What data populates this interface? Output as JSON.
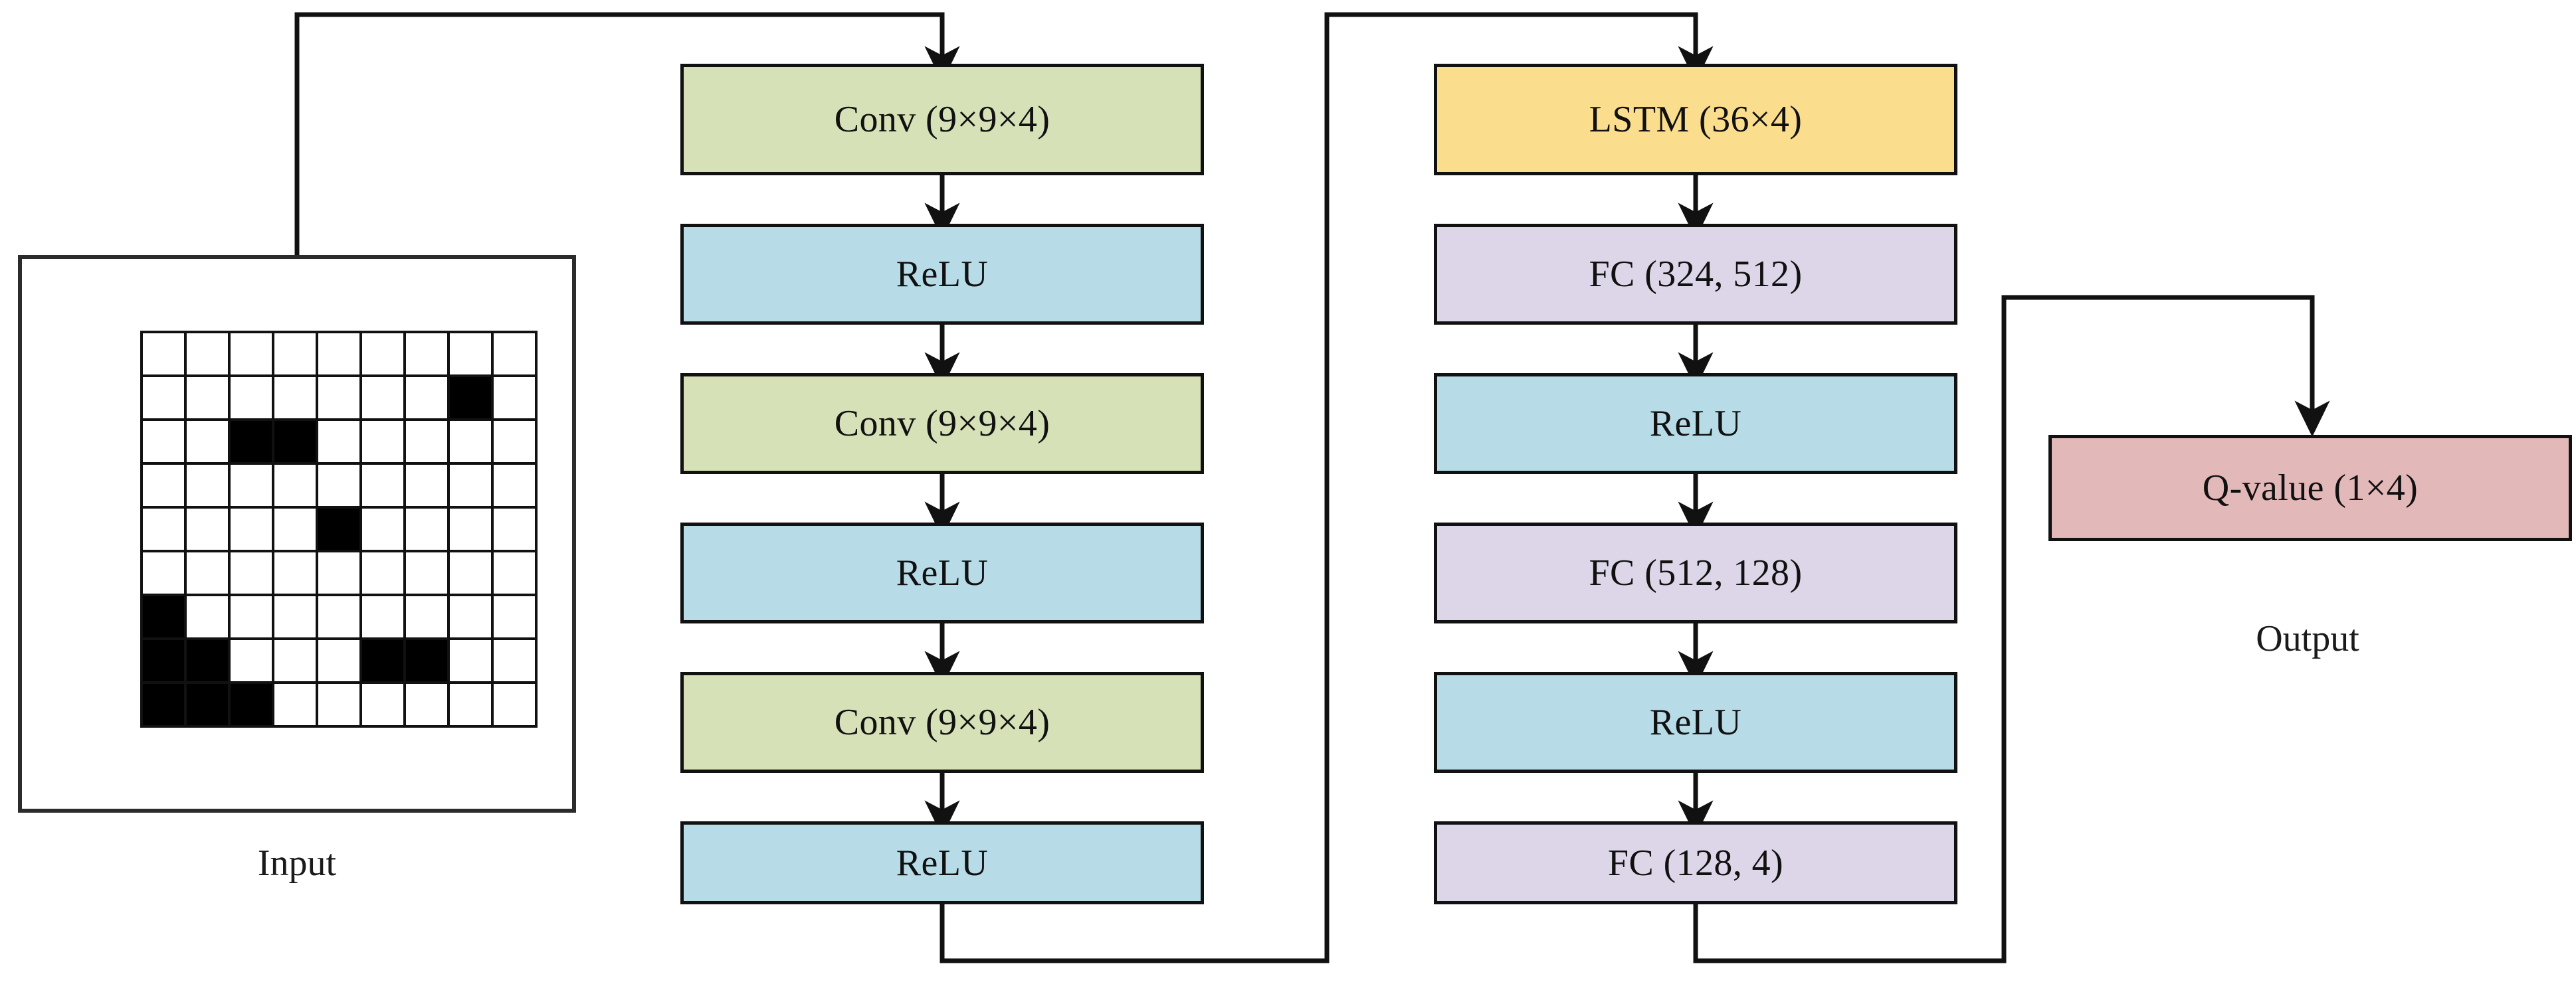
{
  "diagram": {
    "title_visible": false,
    "background_color": "#ffffff",
    "line_color": "#111111"
  },
  "colors": {
    "conv": "#d6e1b7",
    "relu": "#b7dce8",
    "lstm": "#fbdd8e",
    "fc": "#ddd6e8",
    "qvalue": "#e3b8b8",
    "border": "#111111",
    "grid_fill": "#000000",
    "box_border": "#2b2b2b"
  },
  "input": {
    "label": "Input",
    "grid_rows": 9,
    "grid_cols": 9,
    "filled_cells": [
      [
        1,
        7
      ],
      [
        2,
        2
      ],
      [
        2,
        3
      ],
      [
        4,
        4
      ],
      [
        6,
        0
      ],
      [
        7,
        0
      ],
      [
        7,
        1
      ],
      [
        7,
        5
      ],
      [
        7,
        6
      ],
      [
        8,
        0
      ],
      [
        8,
        1
      ],
      [
        8,
        2
      ]
    ]
  },
  "output": {
    "label": "Output"
  },
  "columns": {
    "conv_stack": [
      {
        "name": "conv-1",
        "label": "Conv  (9×9×4)",
        "type": "conv"
      },
      {
        "name": "relu-1",
        "label": "ReLU",
        "type": "relu"
      },
      {
        "name": "conv-2",
        "label": "Conv  (9×9×4)",
        "type": "conv"
      },
      {
        "name": "relu-2",
        "label": "ReLU",
        "type": "relu"
      },
      {
        "name": "conv-3",
        "label": "Conv  (9×9×4)",
        "type": "conv"
      },
      {
        "name": "relu-3",
        "label": "ReLU",
        "type": "relu"
      }
    ],
    "rnn_stack": [
      {
        "name": "lstm-1",
        "label": "LSTM  (36×4)",
        "type": "lstm"
      },
      {
        "name": "fc-1",
        "label": "FC  (324, 512)",
        "type": "fc"
      },
      {
        "name": "relu-4",
        "label": "ReLU",
        "type": "relu"
      },
      {
        "name": "fc-2",
        "label": "FC  (512, 128)",
        "type": "fc"
      },
      {
        "name": "relu-5",
        "label": "ReLU",
        "type": "relu"
      },
      {
        "name": "fc-3",
        "label": "FC  (128, 4)",
        "type": "fc"
      }
    ],
    "output_stack": [
      {
        "name": "q-value",
        "label": "Q-value  (1×4)",
        "type": "qvalue"
      }
    ]
  }
}
